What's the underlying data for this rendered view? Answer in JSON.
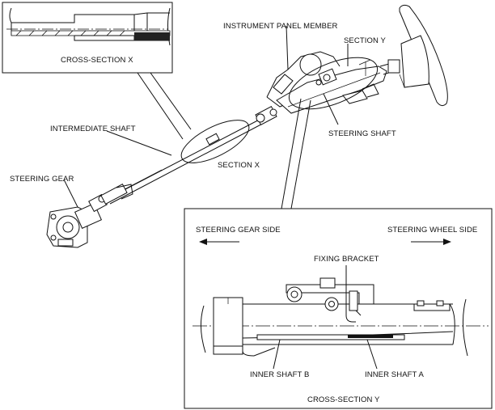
{
  "labels": {
    "cross_section_x": "CROSS-SECTION X",
    "instrument_panel_member": "INSTRUMENT PANEL MEMBER",
    "section_y": "SECTION Y",
    "intermediate_shaft": "INTERMEDIATE SHAFT",
    "steering_shaft": "STEERING SHAFT",
    "steering_gear": "STEERING GEAR",
    "section_x": "SECTION X",
    "steering_gear_side": "STEERING GEAR SIDE",
    "steering_wheel_side": "STEERING WHEEL SIDE",
    "fixing_bracket": "FIXING BRACKET",
    "inner_shaft_b": "INNER SHAFT B",
    "inner_shaft_a": "INNER SHAFT A",
    "cross_section_y": "CROSS-SECTION Y"
  }
}
